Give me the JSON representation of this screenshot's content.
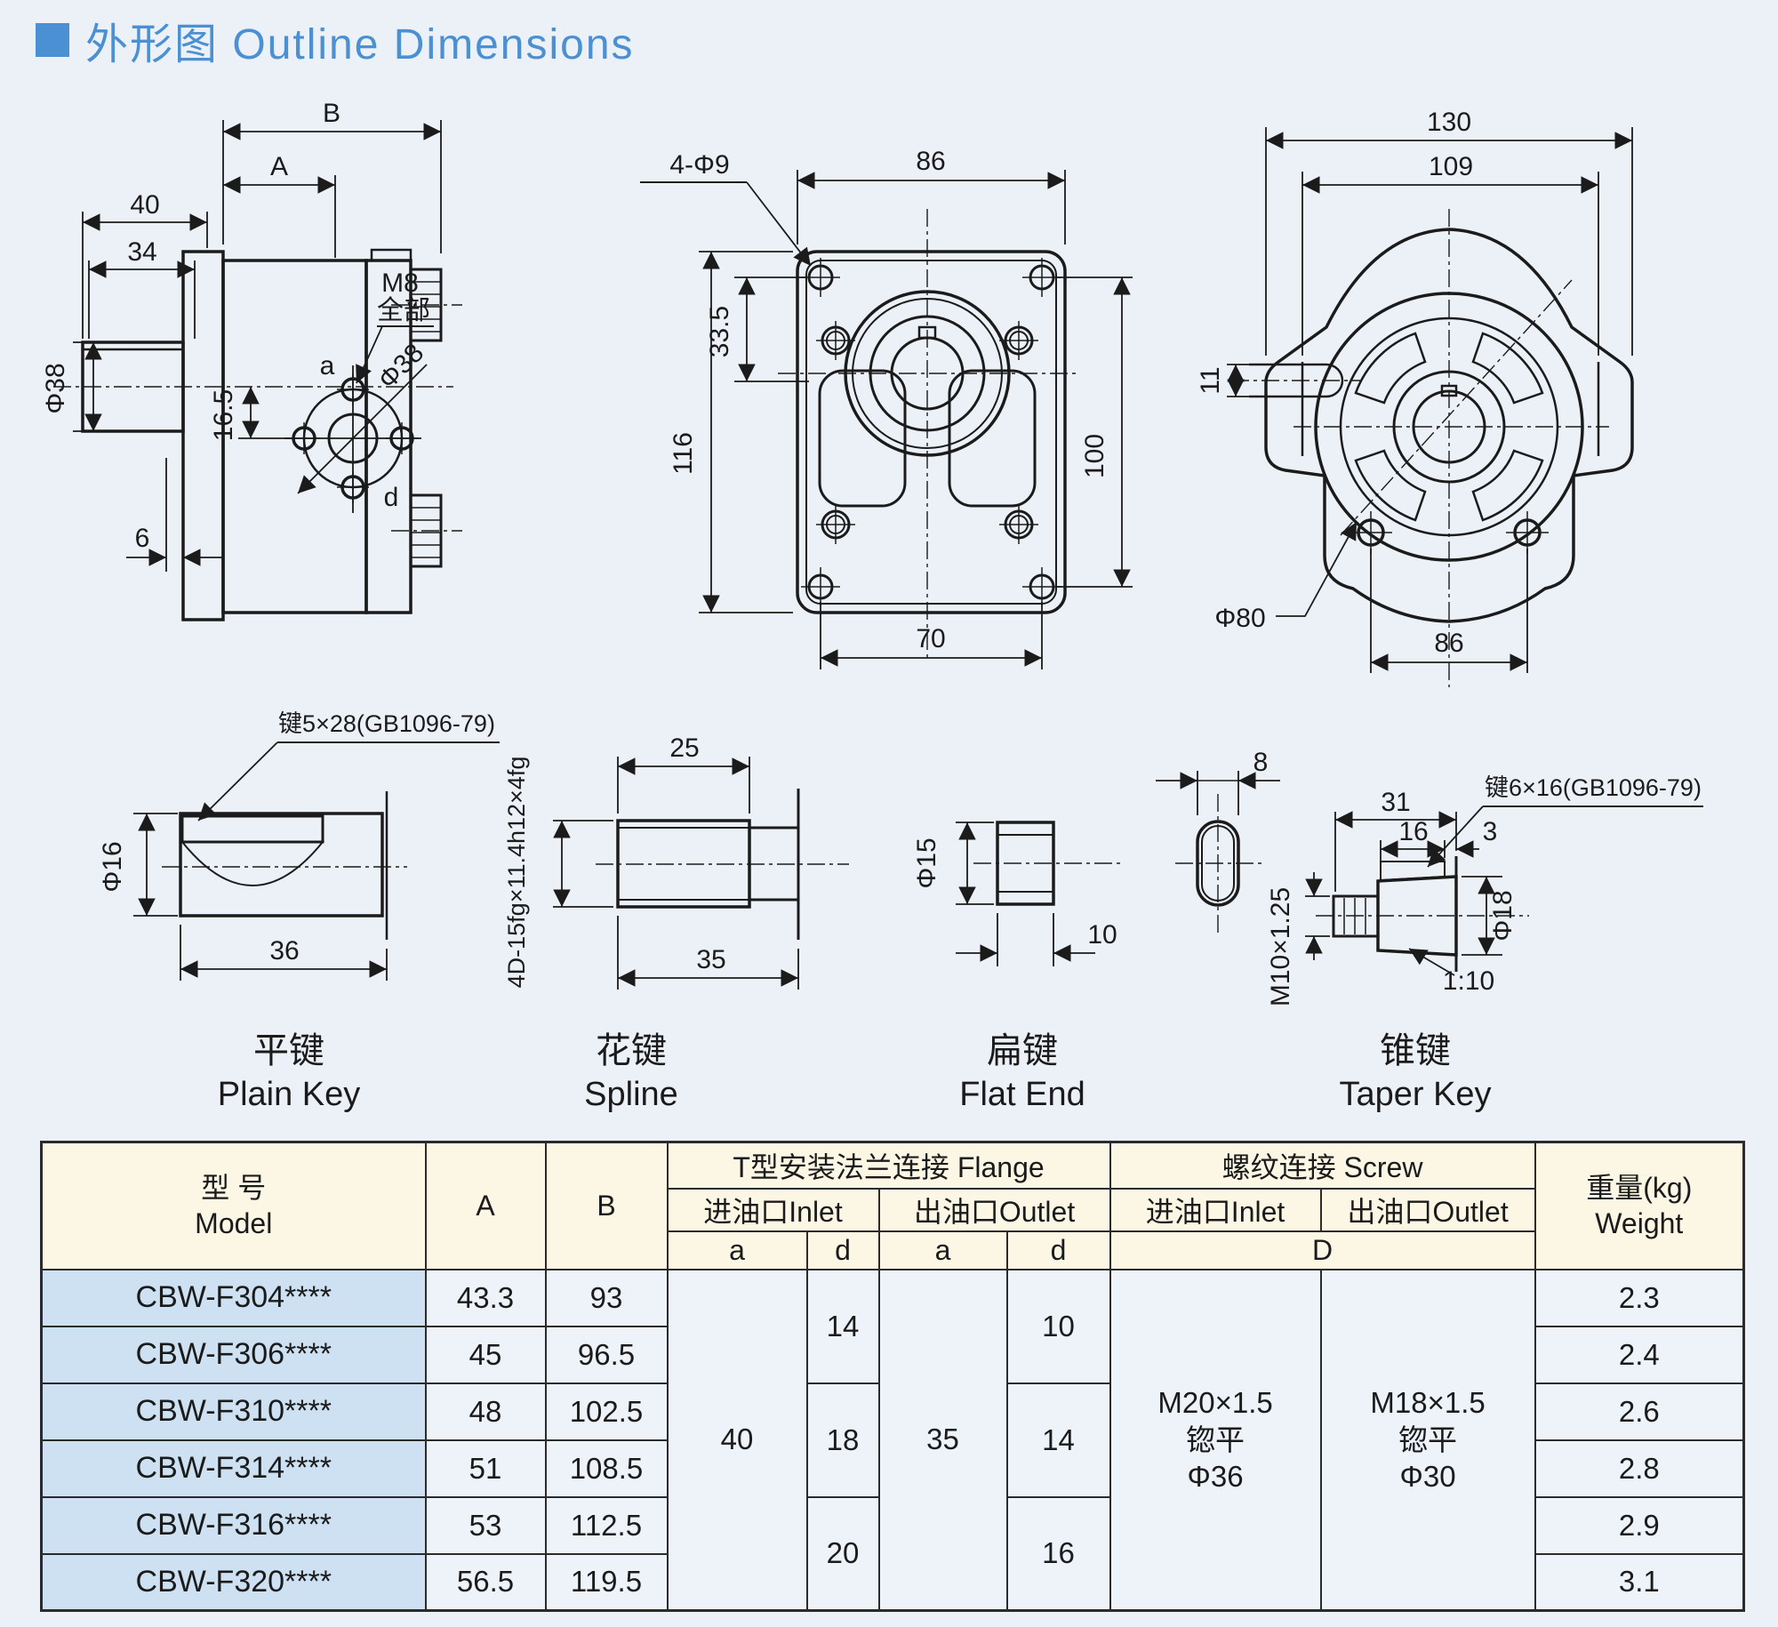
{
  "page": {
    "title_zh": "外形图",
    "title_en": " Outline Dimensions",
    "accent_color": "#4a90d2"
  },
  "side_view": {
    "B": "B",
    "A": "A",
    "len40": "40",
    "len34": "34",
    "phi38_shaft": "Φ38",
    "off165": "16.5",
    "m8": "M8",
    "m8_all": "全部",
    "hole_a": "a",
    "phi38_circle": "Φ38",
    "hole_d": "d",
    "len6": "6"
  },
  "front_view": {
    "holes": "4-Φ9",
    "w86": "86",
    "h335": "33.5",
    "h116": "116",
    "h100": "100",
    "w70": "70"
  },
  "rear_view": {
    "w130": "130",
    "w109": "109",
    "key11": "11",
    "phi80": "Φ80",
    "w86": "86"
  },
  "keys": {
    "plain": {
      "zh": "平键",
      "en": "Plain Key",
      "spec": "键5×28(GB1096-79)",
      "phi16": "Φ16",
      "len36": "36"
    },
    "spline": {
      "zh": "花键",
      "en": "Spline",
      "spec": "4D-15fg×11.4h12×4fg",
      "len25": "25",
      "len35": "35"
    },
    "flat": {
      "zh": "扁键",
      "en": "Flat End",
      "phi15": "Φ15",
      "len10": "10",
      "len8": "8"
    },
    "taper": {
      "zh": "锥键",
      "en": "Taper Key",
      "spec": "键6×16(GB1096-79)",
      "len31": "31",
      "len16": "16",
      "len3": "3",
      "phi18": "Φ18",
      "ratio": "1:10",
      "thread": "M10×1.25"
    }
  },
  "table": {
    "headers": {
      "model_zh": "型 号",
      "model_en": "Model",
      "a": "A",
      "b": "B",
      "flange_group": "T型安装法兰连接 Flange",
      "screw_group": "螺纹连接 Screw",
      "inlet": "进油口Inlet",
      "outlet": "出油口Outlet",
      "sub_a": "a",
      "sub_d": "d",
      "screw_d": "D",
      "weight_zh": "重量(kg)",
      "weight_en": "Weight"
    },
    "merged": {
      "flange_inlet_a": "40",
      "flange_inlet_d": [
        "14",
        "18",
        "20"
      ],
      "flange_outlet_a": "35",
      "flange_outlet_d": [
        "10",
        "14",
        "16"
      ],
      "screw_inlet": [
        "M20×1.5",
        "锪平",
        "Φ36"
      ],
      "screw_outlet": [
        "M18×1.5",
        "锪平",
        "Φ30"
      ]
    },
    "rows": [
      {
        "model": "CBW-F304****",
        "a": "43.3",
        "b": "93",
        "weight": "2.3"
      },
      {
        "model": "CBW-F306****",
        "a": "45",
        "b": "96.5",
        "weight": "2.4"
      },
      {
        "model": "CBW-F310****",
        "a": "48",
        "b": "102.5",
        "weight": "2.6"
      },
      {
        "model": "CBW-F314****",
        "a": "51",
        "b": "108.5",
        "weight": "2.8"
      },
      {
        "model": "CBW-F316****",
        "a": "53",
        "b": "112.5",
        "weight": "2.9"
      },
      {
        "model": "CBW-F320****",
        "a": "56.5",
        "b": "119.5",
        "weight": "3.1"
      }
    ]
  }
}
